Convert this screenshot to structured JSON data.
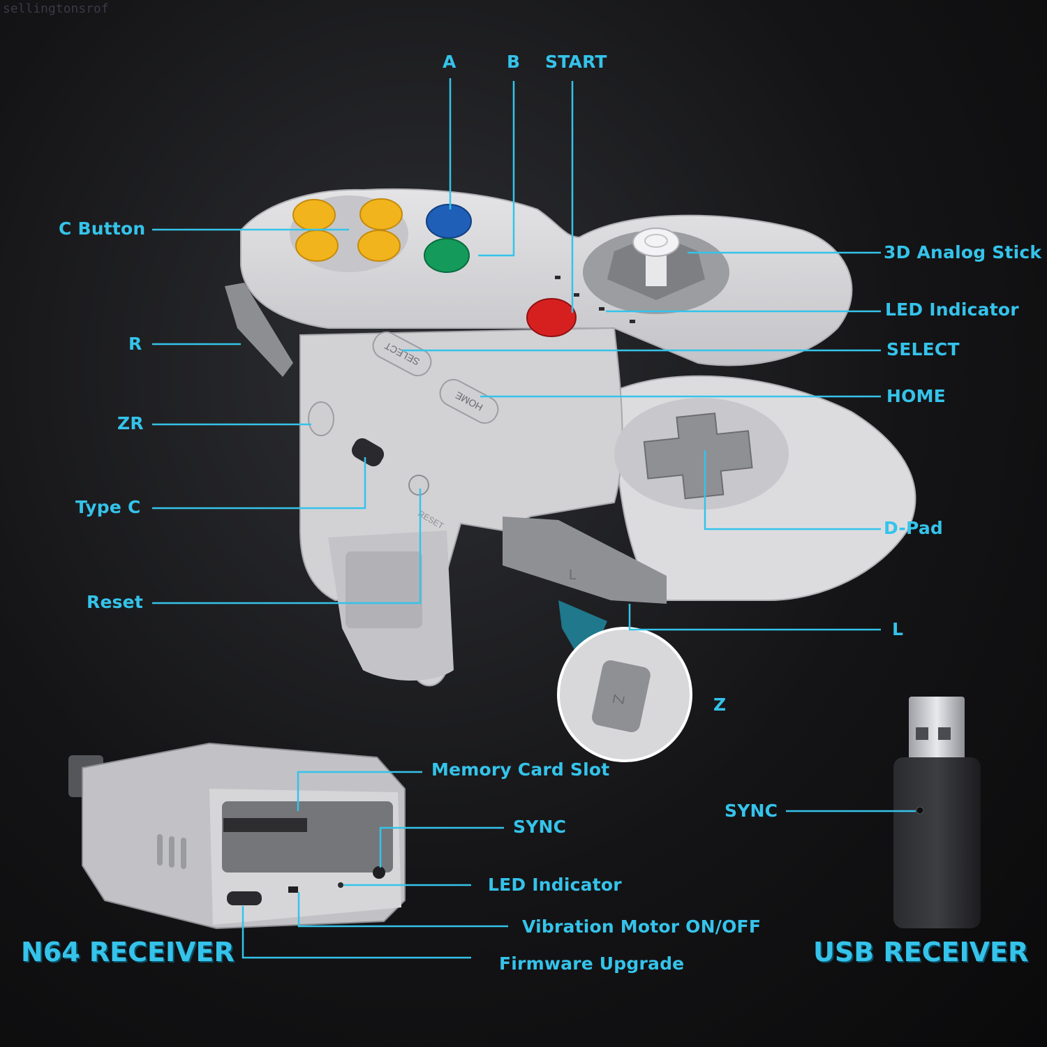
{
  "watermark": "sellingtonsrof",
  "colors": {
    "label": "#35c3ea",
    "line": "#35c3ea",
    "body": "#d6d6d8",
    "shadow": "#a9a9ad",
    "c_button": "#f1b41c",
    "a_button": "#1f5fb8",
    "b_button": "#149a5a",
    "start_button": "#d6201f"
  },
  "controller": {
    "labels": {
      "a": "A",
      "b": "B",
      "start": "START",
      "c_button": "C Button",
      "analog": "3D Analog Stick",
      "led": "LED Indicator",
      "select": "SELECT",
      "home": "HOME",
      "r": "R",
      "zr": "ZR",
      "type_c": "Type C",
      "dpad": "D-Pad",
      "reset": "Reset",
      "l": "L",
      "z": "Z"
    },
    "printed": {
      "select": "SELECT",
      "home": "HOME",
      "reset": "RESET",
      "l": "L",
      "z": "Z"
    }
  },
  "n64_receiver": {
    "title": "N64 RECEIVER",
    "labels": {
      "memory": "Memory Card Slot",
      "sync": "SYNC",
      "led": "LED Indicator",
      "vibration": "Vibration Motor ON/OFF",
      "firmware": "Firmware Upgrade"
    }
  },
  "usb_receiver": {
    "title": "USB RECEIVER",
    "sync": "SYNC"
  }
}
